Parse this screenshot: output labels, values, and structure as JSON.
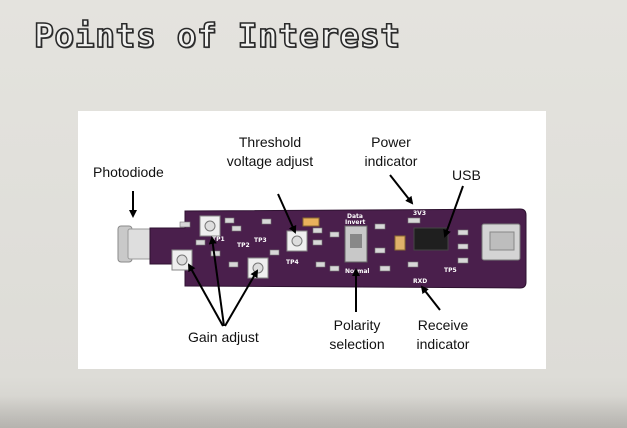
{
  "slide": {
    "title": "Points of Interest"
  },
  "labels": {
    "photodiode": "Photodiode",
    "threshold_line1": "Threshold",
    "threshold_line2": "voltage adjust",
    "power_line1": "Power",
    "power_line2": "indicator",
    "usb": "USB",
    "gain": "Gain adjust",
    "polarity_line1": "Polarity",
    "polarity_line2": "selection",
    "receive_line1": "Receive",
    "receive_line2": "indicator"
  },
  "board_silkscreen": {
    "tp1": "TP1",
    "tp2": "TP2",
    "tp3": "TP3",
    "tp4": "TP4",
    "tp5": "TP5",
    "data_invert_line1": "Data",
    "data_invert_line2": "Invert",
    "normal": "Normal",
    "v33": "3V3",
    "rxd": "RXD"
  },
  "colors": {
    "board": "#4a1f4c",
    "arrow": "#000000"
  }
}
